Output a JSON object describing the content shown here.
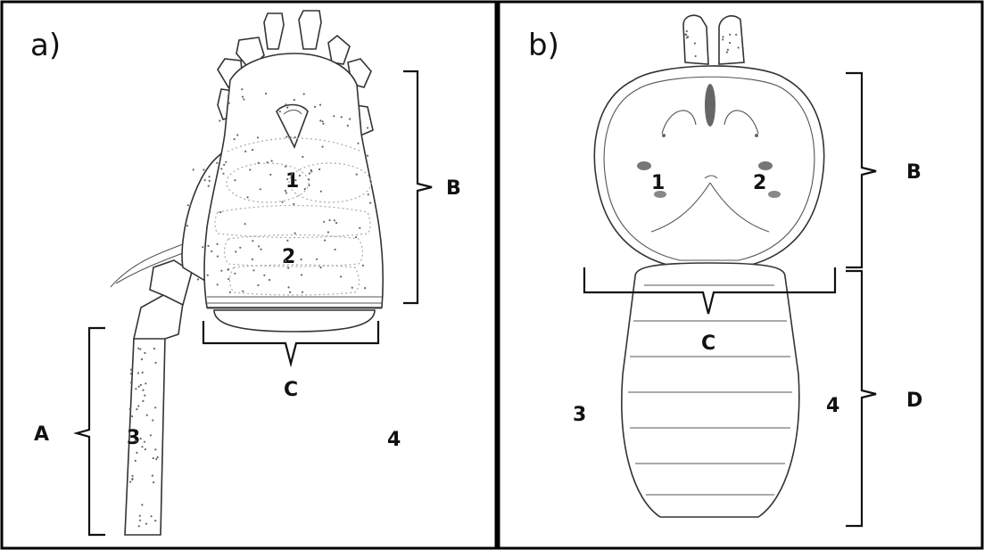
{
  "panels": {
    "a": {
      "label": "a)",
      "region_labels": {
        "A": "A",
        "B": "B",
        "C": "C"
      },
      "numbers": [
        "1",
        "2",
        "3",
        "4"
      ]
    },
    "b": {
      "label": "b)",
      "region_labels": {
        "B": "B",
        "C": "C",
        "D": "D"
      },
      "numbers": [
        "1",
        "2",
        "3",
        "4"
      ]
    }
  },
  "colors": {
    "frame": "#000000",
    "line": "#333333",
    "stipple": "#666666"
  }
}
